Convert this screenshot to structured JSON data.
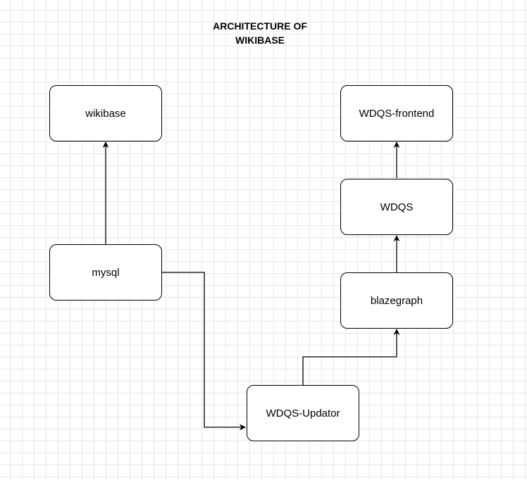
{
  "diagram": {
    "title_line1": "ARCHITECTURE OF",
    "title_line2": "WIKIBASE",
    "nodes": {
      "wikibase": "wikibase",
      "mysql": "mysql",
      "wdqs_frontend": "WDQS-frontend",
      "wdqs": "WDQS",
      "blazegraph": "blazegraph",
      "wdqs_updator": "WDQS-Updator"
    },
    "edges": [
      {
        "from": "mysql",
        "to": "wikibase"
      },
      {
        "from": "mysql",
        "to": "wdqs_updator"
      },
      {
        "from": "wdqs_updator",
        "to": "blazegraph"
      },
      {
        "from": "blazegraph",
        "to": "wdqs"
      },
      {
        "from": "wdqs",
        "to": "wdqs_frontend"
      }
    ]
  }
}
